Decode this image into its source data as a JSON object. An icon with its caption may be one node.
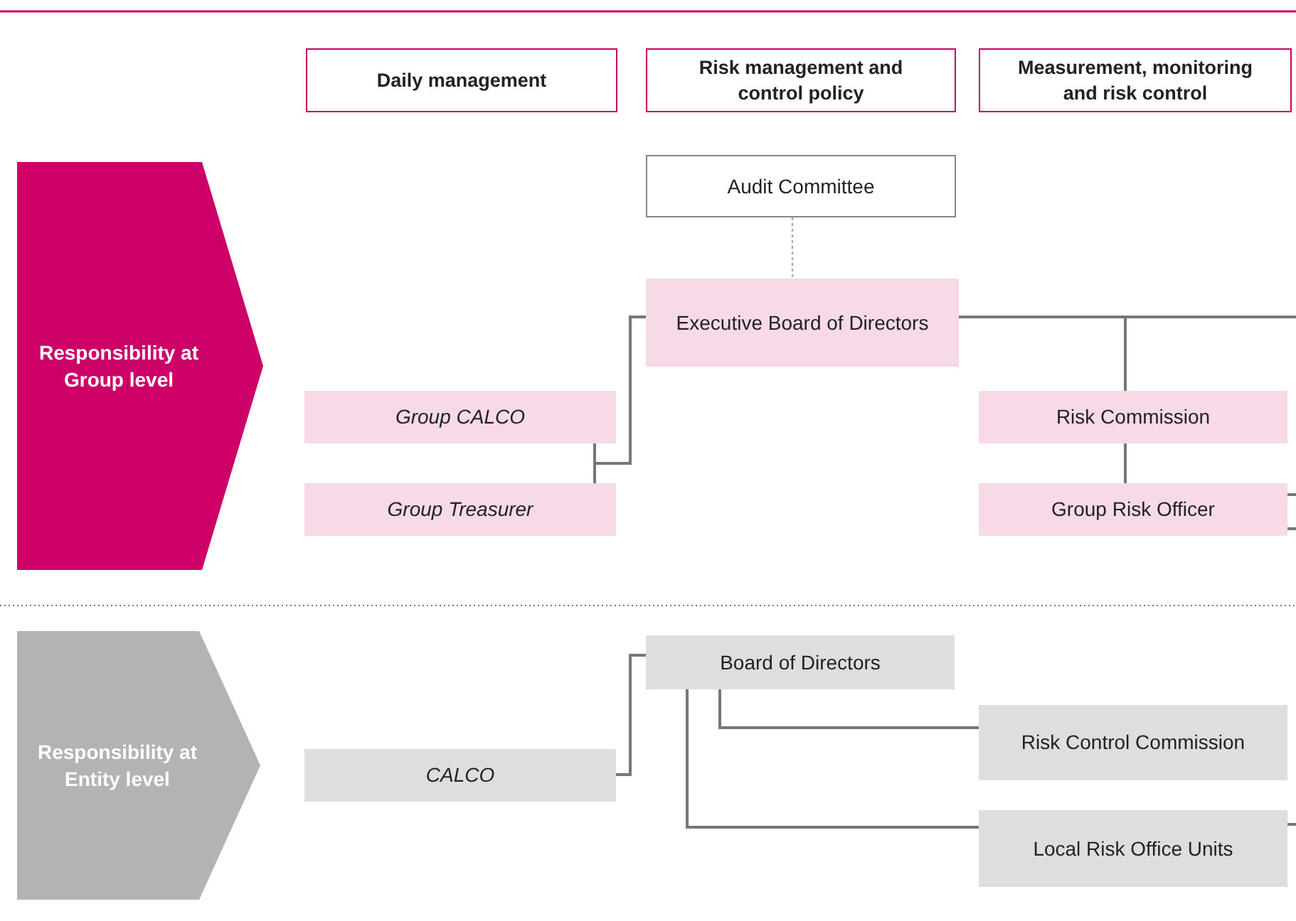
{
  "diagram": {
    "nodes": [
      {
        "text": [
          "Daily management"
        ]
      },
      {
        "text": [
          "Risk management and control policy"
        ]
      },
      {
        "text": [
          "Measurement, monitoring and risk control"
        ]
      },
      {
        "text": [
          "Responsibility at Group level"
        ]
      },
      {
        "text": [
          "Audit Committee"
        ]
      },
      {
        "text": [
          "Executive Board of Directors"
        ]
      },
      {
        "text": [
          "Group CALCO"
        ]
      },
      {
        "text": [
          "Group Treasurer"
        ]
      },
      {
        "text": [
          "Risk Commission"
        ]
      },
      {
        "text": [
          "Group Risk Officer"
        ]
      },
      {
        "text": [
          "Responsibility at Entity level"
        ]
      },
      {
        "text": [
          "Board of Directors"
        ]
      },
      {
        "text": [
          "CALCO"
        ]
      },
      {
        "text": [
          "Risk Control Commission"
        ]
      },
      {
        "text": [
          "Local Risk Office Units"
        ]
      }
    ],
    "edges": [
      {
        "from": 4,
        "to": 5,
        "arrow": "none",
        "style": "dashed",
        "color": "#aaaaaa"
      },
      {
        "from": 5,
        "to": 6,
        "arrow": "none"
      },
      {
        "from": 5,
        "to": 7,
        "arrow": "none"
      },
      {
        "from": 5,
        "to": 8,
        "arrow": "none"
      },
      {
        "from": 5,
        "to": null,
        "arrow": "none"
      },
      {
        "from": 8,
        "to": 9,
        "arrow": "none"
      },
      {
        "from": 9,
        "to": null,
        "arrow": "none"
      },
      {
        "from": 9,
        "to": null,
        "arrow": "none"
      },
      {
        "from": 11,
        "to": 12,
        "arrow": "none"
      },
      {
        "from": 11,
        "to": 13,
        "arrow": "none"
      },
      {
        "from": 11,
        "to": 14,
        "arrow": "none"
      },
      {
        "from": 14,
        "to": null,
        "arrow": "none"
      }
    ]
  }
}
